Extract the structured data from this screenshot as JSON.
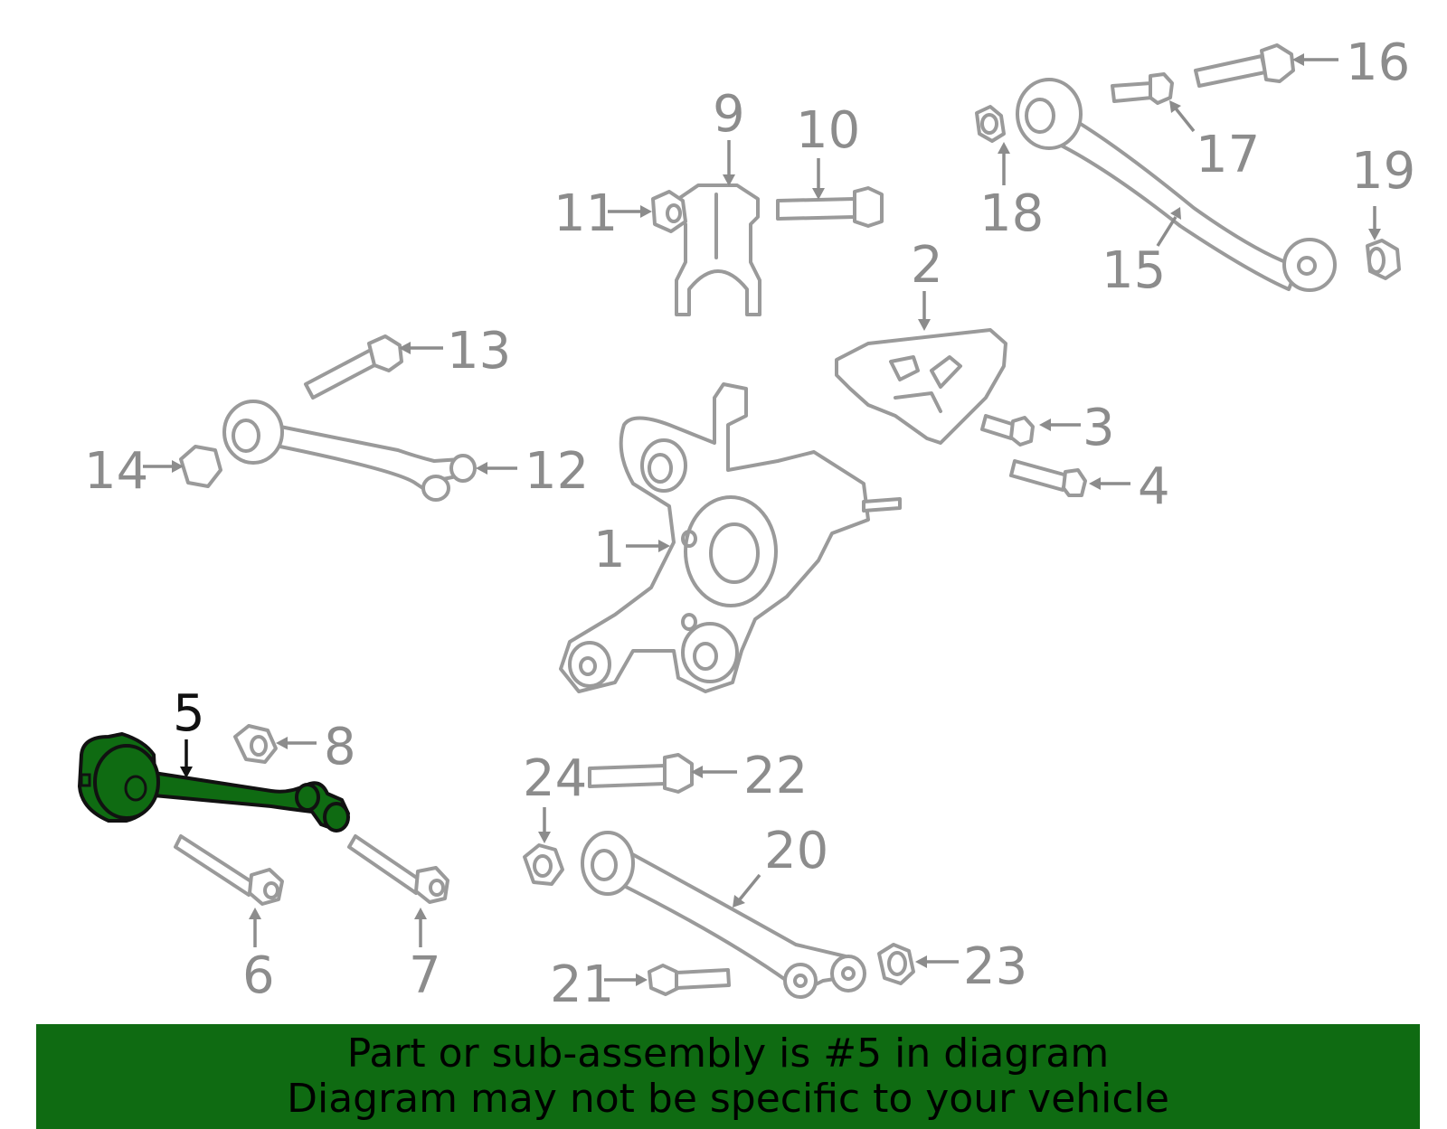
{
  "diagram": {
    "highlighted_part": "5",
    "highlight_color": "#0f6b12",
    "callout_color": "#8c8c8c",
    "callouts": {
      "p1": "1",
      "p2": "2",
      "p3": "3",
      "p4": "4",
      "p5": "5",
      "p6": "6",
      "p7": "7",
      "p8": "8",
      "p9": "9",
      "p10": "10",
      "p11": "11",
      "p12": "12",
      "p13": "13",
      "p14": "14",
      "p15": "15",
      "p16": "16",
      "p17": "17",
      "p18": "18",
      "p19": "19",
      "p20": "20",
      "p21": "21",
      "p22": "22",
      "p23": "23",
      "p24": "24"
    }
  },
  "banner": {
    "background": "#0f6b12",
    "line1": "Part or sub-assembly is #5 in diagram",
    "line2": "Diagram may not be specific to your vehicle"
  }
}
